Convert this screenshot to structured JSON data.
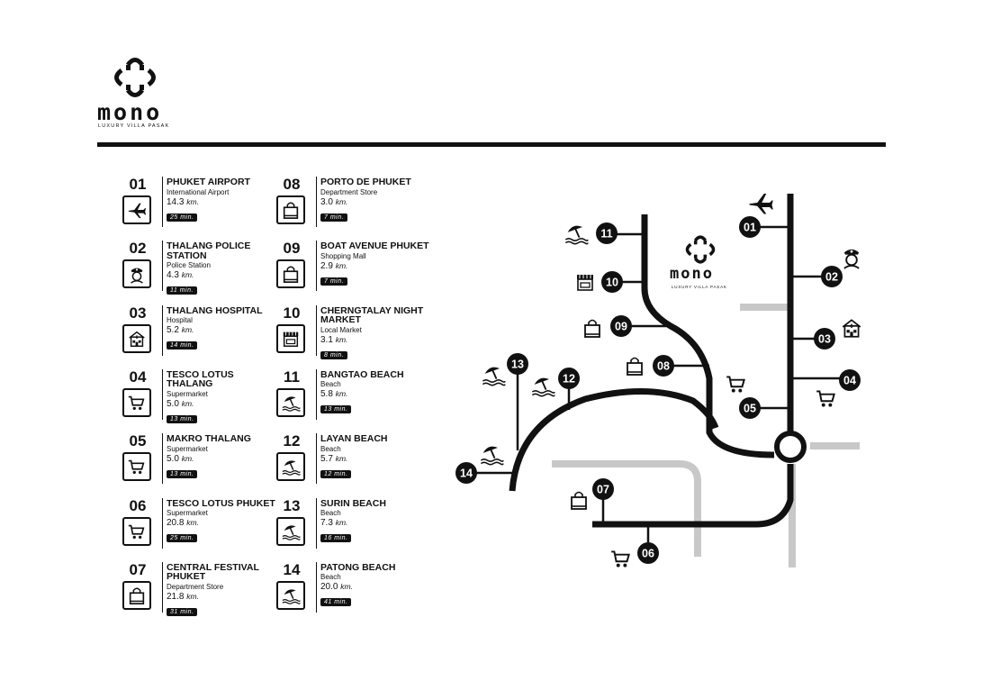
{
  "brand": {
    "name": "mono",
    "tagline": "LUXURY VILLA PASAK"
  },
  "places": [
    {
      "num": "01",
      "name": "PHUKET AIRPORT",
      "type": "International Airport",
      "dist": "14.3",
      "unit": "km.",
      "time": "25 min.",
      "icon": "airplane-icon"
    },
    {
      "num": "02",
      "name": "THALANG POLICE STATION",
      "type": "Police Station",
      "dist": "4.3",
      "unit": "km.",
      "time": "11 min.",
      "icon": "police-icon"
    },
    {
      "num": "03",
      "name": "THALANG HOSPITAL",
      "type": "Hospital",
      "dist": "5.2",
      "unit": "km.",
      "time": "14 min.",
      "icon": "hospital-icon"
    },
    {
      "num": "04",
      "name": "TESCO LOTUS THALANG",
      "type": "Supermarket",
      "dist": "5.0",
      "unit": "km.",
      "time": "13 min.",
      "icon": "cart-icon"
    },
    {
      "num": "05",
      "name": "MAKRO THALANG",
      "type": "Supermarket",
      "dist": "5.0",
      "unit": "km.",
      "time": "13 min.",
      "icon": "cart-icon"
    },
    {
      "num": "06",
      "name": "TESCO LOTUS PHUKET",
      "type": "Supermarket",
      "dist": "20.8",
      "unit": "km.",
      "time": "25 min.",
      "icon": "cart-icon"
    },
    {
      "num": "07",
      "name": "CENTRAL FESTIVAL PHUKET",
      "type": "Department Store",
      "dist": "21.8",
      "unit": "km.",
      "time": "31 min.",
      "icon": "shopping-bag-icon"
    },
    {
      "num": "08",
      "name": "PORTO DE PHUKET",
      "type": "Department Store",
      "dist": "3.0",
      "unit": "km.",
      "time": "7 min.",
      "icon": "shopping-bag-icon"
    },
    {
      "num": "09",
      "name": "BOAT AVENUE PHUKET",
      "type": "Shopping Mall",
      "dist": "2.9",
      "unit": "km.",
      "time": "7 min.",
      "icon": "shopping-bag-icon"
    },
    {
      "num": "10",
      "name": "CHERNGTALAY NIGHT MARKET",
      "type": "Local Market",
      "dist": "3.1",
      "unit": "km.",
      "time": "8 min.",
      "icon": "market-stall-icon"
    },
    {
      "num": "11",
      "name": "BANGTAO BEACH",
      "type": "Beach",
      "dist": "5.8",
      "unit": "km.",
      "time": "13 min.",
      "icon": "beach-umbrella-icon"
    },
    {
      "num": "12",
      "name": "LAYAN BEACH",
      "type": "Beach",
      "dist": "5.7",
      "unit": "km.",
      "time": "12 min.",
      "icon": "beach-umbrella-icon"
    },
    {
      "num": "13",
      "name": "SURIN BEACH",
      "type": "Beach",
      "dist": "7.3",
      "unit": "km.",
      "time": "16 min.",
      "icon": "beach-umbrella-icon"
    },
    {
      "num": "14",
      "name": "PATONG BEACH",
      "type": "Beach",
      "dist": "20.0",
      "unit": "km.",
      "time": "41 min.",
      "icon": "beach-umbrella-icon"
    }
  ],
  "colors": {
    "ink": "#111111",
    "road_minor": "#c8c8c8",
    "background": "#ffffff"
  }
}
